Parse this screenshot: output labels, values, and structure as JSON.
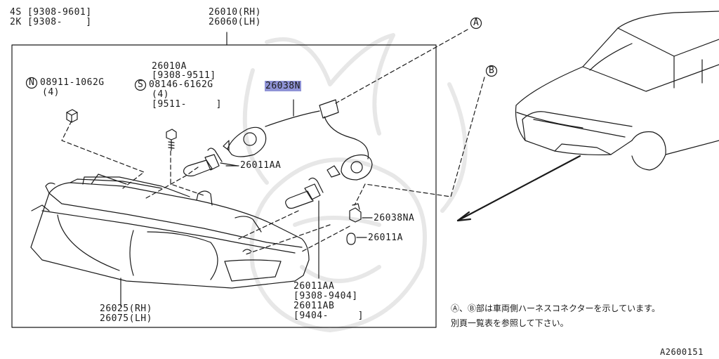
{
  "header": {
    "variant_4s": "4S [9308-9601]",
    "variant_2k": "2K [9308-    ]",
    "part_headlamp_rh": "26010(RH)",
    "part_headlamp_lh": "26060(LH)"
  },
  "labels": {
    "nut_code": "N",
    "nut_part": "08911-1062G",
    "nut_qty": "(4)",
    "bolt_part": "26010A",
    "bolt_date": "[9308-9511]",
    "screw_code": "S",
    "screw_part": "08146-6162G",
    "screw_qty": "(4)",
    "screw_date": "[9511-     ]",
    "harness_part": "26038N",
    "bulb_hi": "26011AA",
    "socket_na": "26038NA",
    "bulb_a": "26011A",
    "bulb_lo_1": "26011AA",
    "bulb_lo_1_date": "[9308-9404]",
    "bulb_lo_2": "26011AB",
    "bulb_lo_2_date": "[9404-     ]",
    "housing_rh": "26025(RH)",
    "housing_lh": "26075(LH)",
    "connector_a": "A",
    "connector_b": "B"
  },
  "note": {
    "line1": "Ⓐ、Ⓑ部は車両側ハーネスコネクターを示しています。",
    "line2": "別頁一覧表を参照して下さい。"
  },
  "diagram_id": "A2600151",
  "colors": {
    "ink": "#1a1a1a",
    "highlight": "#8f93d6"
  }
}
